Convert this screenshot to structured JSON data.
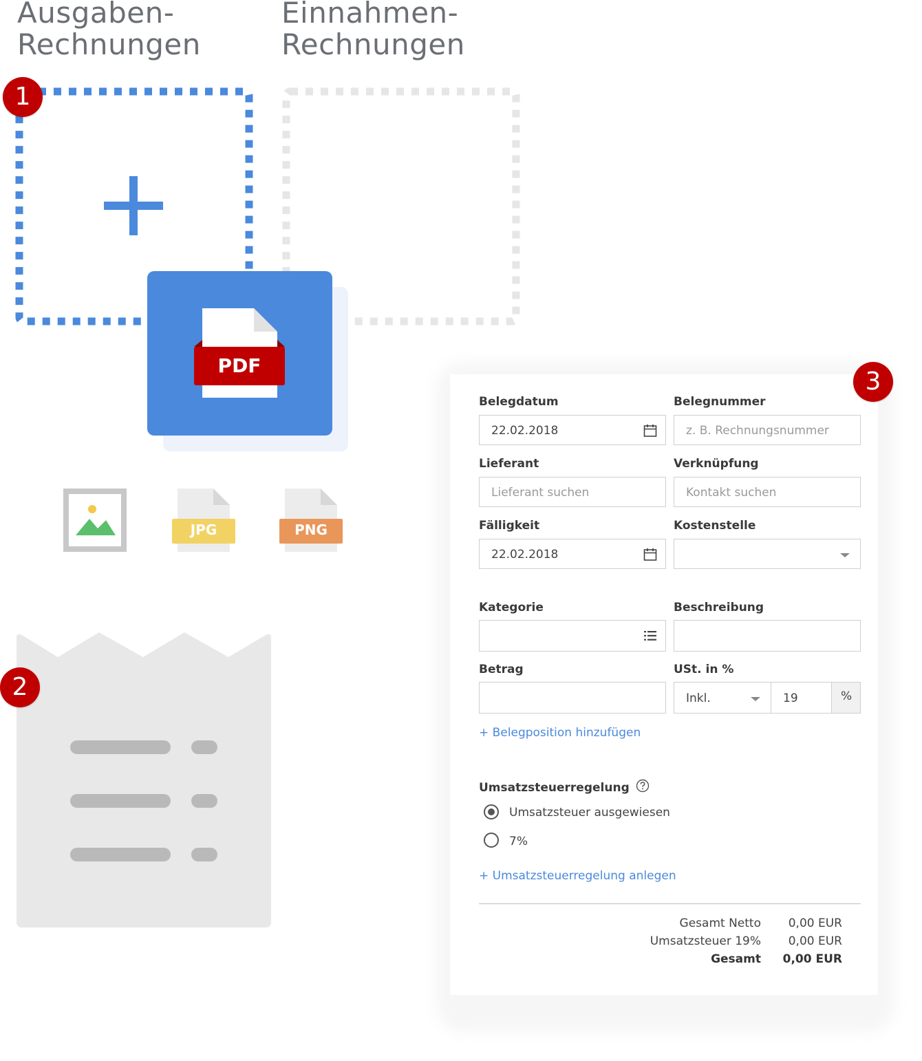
{
  "columns": {
    "expenses_title_line1": "Ausgaben-",
    "expenses_title_line2": "Rechnungen",
    "income_title_line1": "Einnahmen-",
    "income_title_line2": "Rechnungen"
  },
  "badges": {
    "one": "1",
    "two": "2",
    "three": "3"
  },
  "file_types": {
    "pdf": "PDF",
    "jpg": "JPG",
    "png": "PNG"
  },
  "colors": {
    "accent_blue": "#4a89dc",
    "badge_red": "#c00000",
    "pdf_red": "#c00000",
    "jpg_yellow": "#f2d263",
    "png_orange": "#e9965a",
    "dropzone_inactive": "#e6e6e6",
    "receipt_gray": "#e8e8e8"
  },
  "form": {
    "belegdatum_label": "Belegdatum",
    "belegdatum_value": "22.02.2018",
    "belegnummer_label": "Belegnummer",
    "belegnummer_placeholder": "z. B. Rechnungsnummer",
    "lieferant_label": "Lieferant",
    "lieferant_placeholder": "Lieferant suchen",
    "verknuepfung_label": "Verknüpfung",
    "verknuepfung_placeholder": "Kontakt suchen",
    "faelligkeit_label": "Fälligkeit",
    "faelligkeit_value": "22.02.2018",
    "kostenstelle_label": "Kostenstelle",
    "kategorie_label": "Kategorie",
    "beschreibung_label": "Beschreibung",
    "betrag_label": "Betrag",
    "ust_label": "USt. in %",
    "ust_mode": "Inkl.",
    "ust_rate": "19",
    "ust_unit": "%",
    "add_position_link": "+ Belegposition hinzufügen",
    "tax_rule_label": "Umsatzsteuerregelung",
    "tax_rule_options": [
      "Umsatzsteuer ausgewiesen",
      "7%"
    ],
    "tax_rule_selected": 0,
    "add_tax_rule_link": "+ Umsatzsteuerregelung anlegen",
    "totals": {
      "net_label": "Gesamt Netto",
      "net_value": "0,00 EUR",
      "vat_label": "Umsatzsteuer 19%",
      "vat_value": "0,00 EUR",
      "total_label": "Gesamt",
      "total_value": "0,00 EUR"
    }
  },
  "icons": {
    "plus": "plus-icon",
    "image": "image-icon",
    "calendar": "calendar-icon",
    "list": "list-icon",
    "caret": "caret-down-icon",
    "help": "help-icon"
  }
}
